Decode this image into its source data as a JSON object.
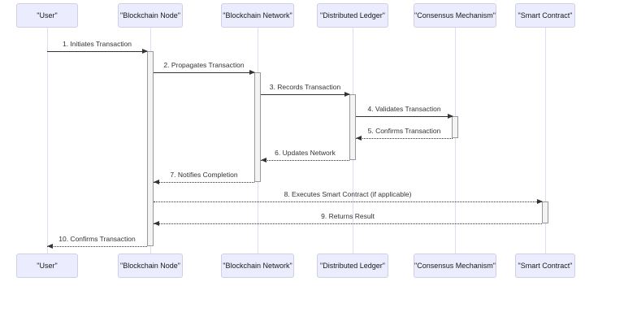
{
  "diagram": {
    "type": "sequence-diagram",
    "background": "#ffffff",
    "participants": [
      {
        "id": "user",
        "label": "\"User\""
      },
      {
        "id": "blockchain-node",
        "label": "\"Blockchain Node\""
      },
      {
        "id": "blockchain-network",
        "label": "\"Blockchain Network\""
      },
      {
        "id": "distributed-ledger",
        "label": "\"Distributed Ledger\""
      },
      {
        "id": "consensus-mechanism",
        "label": "\"Consensus Mechanism\""
      },
      {
        "id": "smart-contract",
        "label": "\"Smart Contract\""
      }
    ],
    "messages": [
      {
        "num": "1",
        "label": "1. Initiates Transaction",
        "from": "user",
        "to": "blockchain-node",
        "line": "solid",
        "direction": "right"
      },
      {
        "num": "2",
        "label": "2. Propagates Transaction",
        "from": "blockchain-node",
        "to": "blockchain-network",
        "line": "solid",
        "direction": "right"
      },
      {
        "num": "3",
        "label": "3. Records Transaction",
        "from": "blockchain-network",
        "to": "distributed-ledger",
        "line": "solid",
        "direction": "right"
      },
      {
        "num": "4",
        "label": "4. Validates Transaction",
        "from": "distributed-ledger",
        "to": "consensus-mechanism",
        "line": "solid",
        "direction": "right"
      },
      {
        "num": "5",
        "label": "5. Confirms Transaction",
        "from": "consensus-mechanism",
        "to": "distributed-ledger",
        "line": "dashed",
        "direction": "left"
      },
      {
        "num": "6",
        "label": "6. Updates Network",
        "from": "distributed-ledger",
        "to": "blockchain-network",
        "line": "dashed",
        "direction": "left"
      },
      {
        "num": "7",
        "label": "7. Notifies Completion",
        "from": "blockchain-network",
        "to": "blockchain-node",
        "line": "dashed",
        "direction": "left"
      },
      {
        "num": "8",
        "label": "8. Executes Smart Contract (if applicable)",
        "from": "blockchain-node",
        "to": "smart-contract",
        "line": "dashed",
        "direction": "right"
      },
      {
        "num": "9",
        "label": "9. Returns Result",
        "from": "smart-contract",
        "to": "blockchain-node",
        "line": "dashed",
        "direction": "left"
      },
      {
        "num": "10",
        "label": "10. Confirms Transaction",
        "from": "blockchain-node",
        "to": "user",
        "line": "dashed",
        "direction": "left"
      }
    ],
    "colors": {
      "actor_fill": "#ECECFF",
      "actor_border": "#cfcfe6",
      "lifeline": "#dedef2",
      "message_line": "#333333",
      "message_text": "#333333",
      "actor_text": "#1a1a1a",
      "activation_fill": "#f4f4f4",
      "activation_border": "#999999"
    }
  }
}
